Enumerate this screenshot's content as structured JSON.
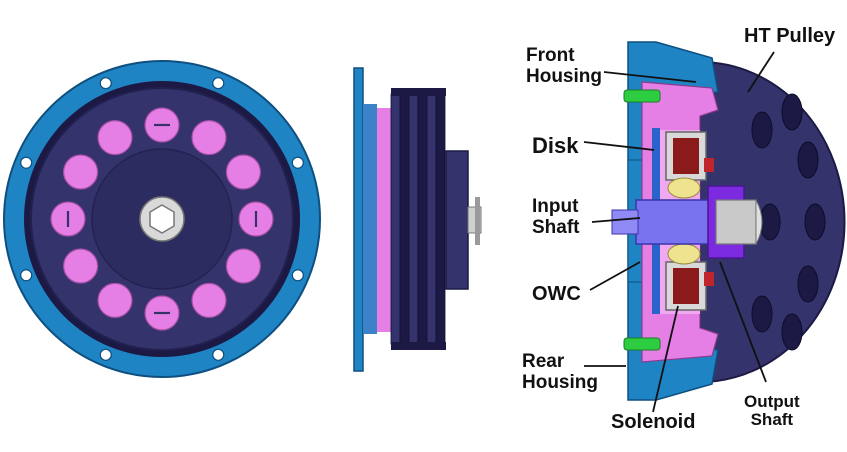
{
  "labels": {
    "front_housing": [
      "Front",
      "Housing"
    ],
    "ht_pulley": "HT Pulley",
    "disk": "Disk",
    "input_shaft": [
      "Input",
      "Shaft"
    ],
    "owc": "OWC",
    "rear_housing": [
      "Rear",
      "Housing"
    ],
    "solenoid": "Solenoid",
    "output_shaft": [
      "Output",
      "Shaft"
    ]
  },
  "colors": {
    "rim_blue": "#1e84c4",
    "rim_dark": "#0e4f80",
    "body_navy": "#34336b",
    "body_dark": "#1c1a45",
    "pink": "#e57ee5",
    "purple": "#7b2ae0",
    "coil_red": "#8b1a1a",
    "ball_yellow": "#eee48f",
    "green": "#2ecc40"
  }
}
